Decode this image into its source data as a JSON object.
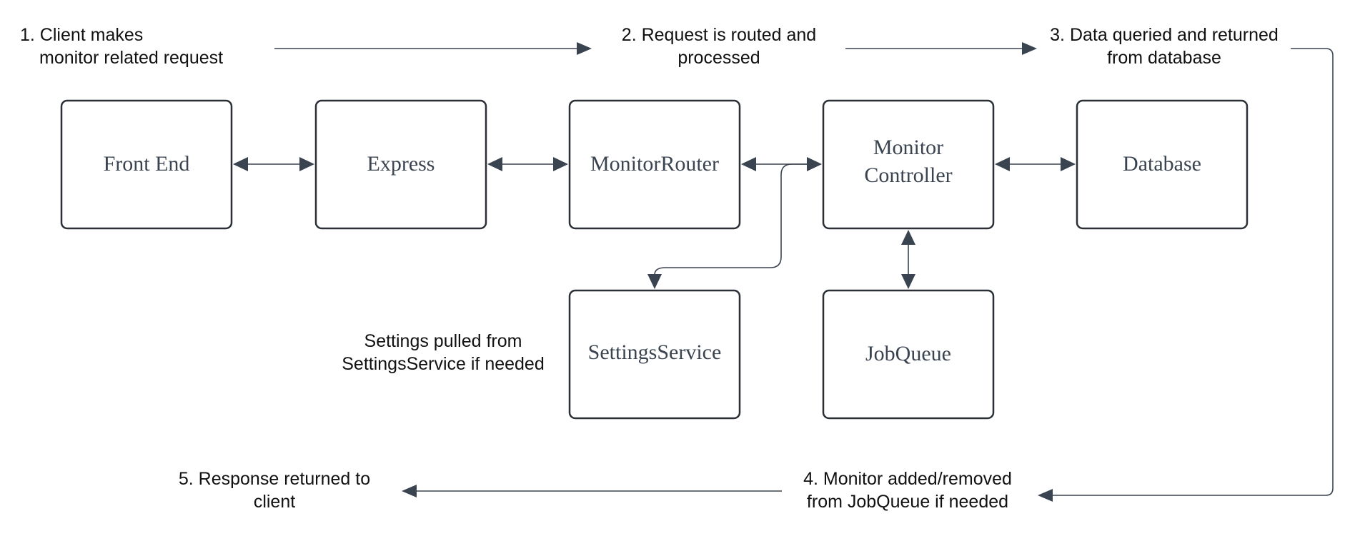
{
  "nodes": {
    "front_end": {
      "label": "Front End"
    },
    "express": {
      "label": "Express"
    },
    "monitor_router": {
      "label": "MonitorRouter"
    },
    "monitor_controller": {
      "lines": [
        "Monitor",
        "Controller"
      ]
    },
    "database": {
      "label": "Database"
    },
    "settings_service": {
      "label": "SettingsService"
    },
    "job_queue": {
      "label": "JobQueue"
    }
  },
  "steps": {
    "step1": {
      "lines": [
        "1.  Client makes",
        "monitor related request"
      ]
    },
    "step2": {
      "lines": [
        "2.  Request is routed and",
        "processed"
      ]
    },
    "step3": {
      "lines": [
        "3. Data queried and returned",
        "from database"
      ]
    },
    "step4": {
      "lines": [
        "4.  Monitor added/removed",
        "from JobQueue if needed"
      ]
    },
    "step5": {
      "lines": [
        "5.  Response returned to",
        "client"
      ]
    },
    "settings_note": {
      "lines": [
        "Settings pulled from",
        "SettingsService if needed"
      ]
    }
  },
  "colors": {
    "box_stroke": "#2b2f36",
    "connector": "#3a4350",
    "box_text": "#3a4350",
    "note_text": "#111111"
  }
}
